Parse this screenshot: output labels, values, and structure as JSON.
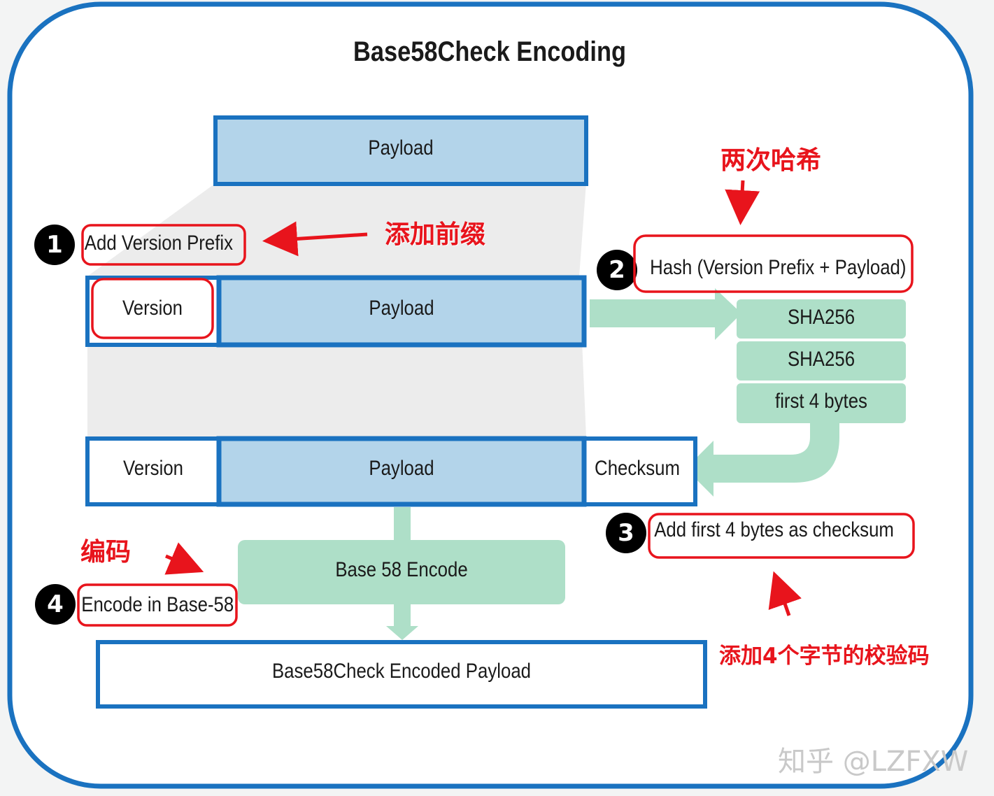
{
  "title": "Base58Check Encoding",
  "blocks": {
    "payload_top": "Payload",
    "version_1": "Version",
    "payload_1": "Payload",
    "version_2": "Version",
    "payload_2": "Payload",
    "checksum": "Checksum",
    "base58_encode": "Base 58 Encode",
    "encoded_payload": "Base58Check Encoded Payload"
  },
  "hash_steps": [
    "SHA256",
    "SHA256",
    "first 4 bytes"
  ],
  "steps": [
    {
      "number": "1",
      "label": "Add Version Prefix"
    },
    {
      "number": "2",
      "label": "Hash (Version Prefix + Payload)"
    },
    {
      "number": "3",
      "label": "Add first 4 bytes as checksum"
    },
    {
      "number": "4",
      "label": "Encode in Base-58"
    }
  ],
  "annotations": {
    "prefix": "添加前缀",
    "double_hash": "两次哈希",
    "encode": "编码",
    "add_checksum": "添加4个字节的校验码"
  },
  "watermark": "知乎 @LZFXW",
  "colors": {
    "frame": "#1a72c0",
    "block_fill": "#b3d4ea",
    "block_border": "#1a72c0",
    "green": "#aedfc8",
    "annotation_red": "#e8141c",
    "badge": "#000000"
  }
}
